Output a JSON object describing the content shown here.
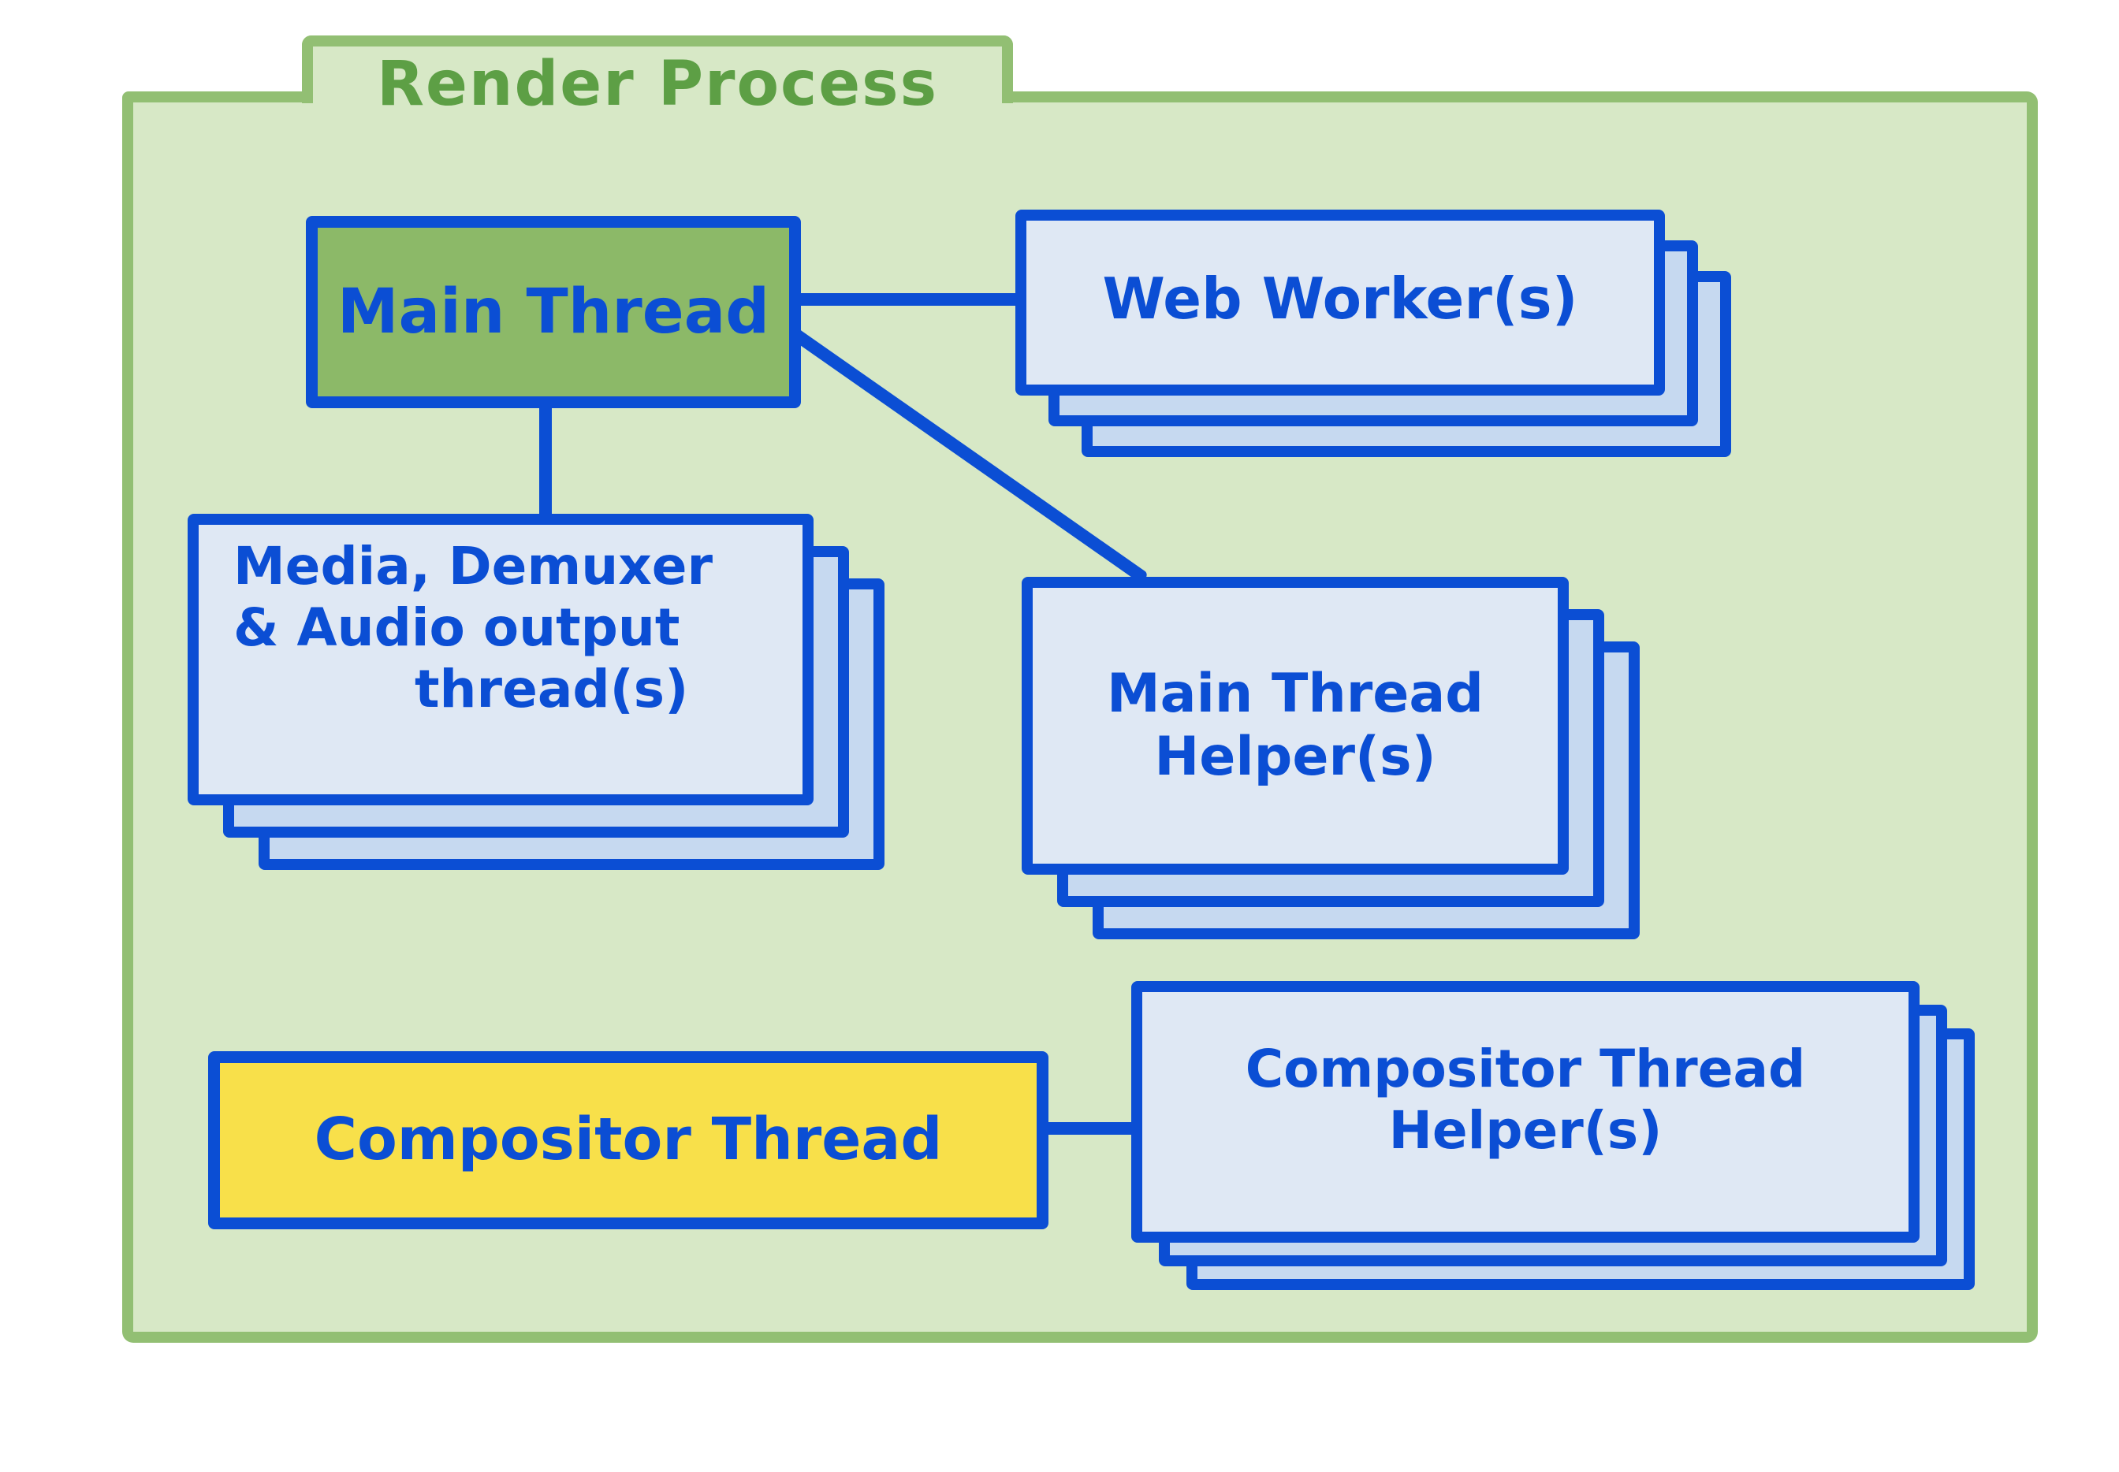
{
  "diagram": {
    "title": "Render Process",
    "nodes": {
      "main_thread": {
        "label": "Main Thread"
      },
      "web_workers": {
        "label": "Web Worker(s)"
      },
      "media_threads": {
        "line1": "Media, Demuxer",
        "line2": "& Audio output",
        "line3": "thread(s)"
      },
      "main_thread_helpers": {
        "line1": "Main Thread",
        "line2": "Helper(s)"
      },
      "compositor_thread": {
        "label": "Compositor Thread"
      },
      "compositor_thread_helpers": {
        "line1": "Compositor Thread",
        "line2": "Helper(s)"
      }
    },
    "edges": [
      {
        "from": "Main Thread",
        "to": "Web Worker(s)"
      },
      {
        "from": "Main Thread",
        "to": "Media, Demuxer & Audio output thread(s)"
      },
      {
        "from": "Main Thread",
        "to": "Main Thread Helper(s)"
      },
      {
        "from": "Compositor Thread",
        "to": "Compositor Thread Helper(s)"
      }
    ],
    "colors": {
      "blue": "#0b4ed4",
      "folder_border_green": "#92bf73",
      "folder_fill_green": "#d7e8c6",
      "title_green": "#5d9f45",
      "main_thread_green": "#8cb968",
      "compositor_yellow": "#f8e04a",
      "card_front_blue": "#dfe8f4",
      "card_back_blue": "#c6d9f0"
    }
  }
}
